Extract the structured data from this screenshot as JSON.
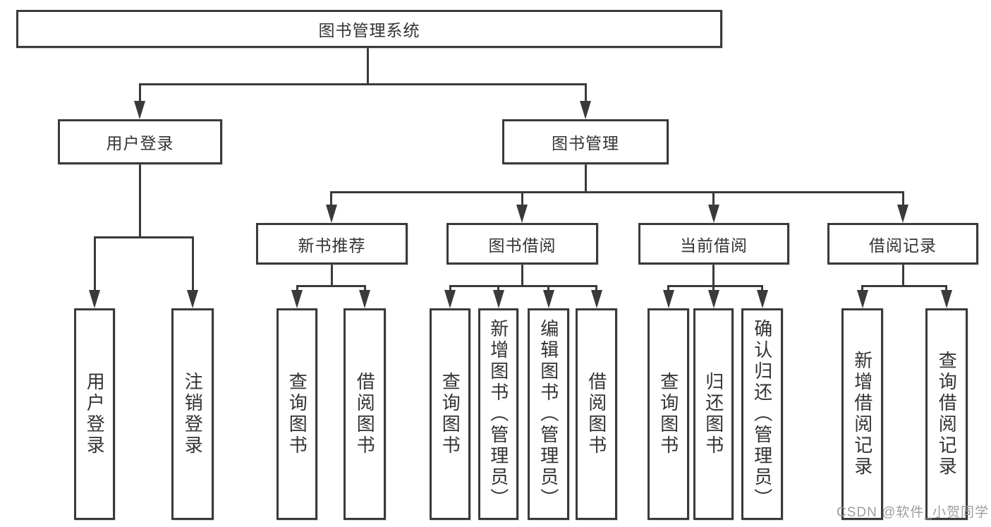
{
  "diagram_title": "图书管理系统",
  "colors": {
    "line": "#3a3a3a",
    "text": "#333333",
    "watermark": "#989898",
    "background": "#ffffff"
  },
  "tree": {
    "root": {
      "label": "图书管理系统"
    },
    "children": [
      {
        "label": "用户登录",
        "children": [
          {
            "label": "用户登录"
          },
          {
            "label": "注销登录"
          }
        ]
      },
      {
        "label": "图书管理",
        "children": [
          {
            "label": "新书推荐",
            "children": [
              {
                "label": "查询图书"
              },
              {
                "label": "借阅图书"
              }
            ]
          },
          {
            "label": "图书借阅",
            "children": [
              {
                "label": "查询图书"
              },
              {
                "label": "新增图书（管理员）"
              },
              {
                "label": "编辑图书（管理员）"
              },
              {
                "label": "借阅图书"
              }
            ]
          },
          {
            "label": "当前借阅",
            "children": [
              {
                "label": "查询图书"
              },
              {
                "label": "归还图书"
              },
              {
                "label": "确认归还（管理员）"
              }
            ]
          },
          {
            "label": "借阅记录",
            "children": [
              {
                "label": "新增借阅记录"
              },
              {
                "label": "查询借阅记录"
              }
            ]
          }
        ]
      }
    ]
  },
  "watermark": {
    "text": "CSDN @软件_小贺同学"
  }
}
